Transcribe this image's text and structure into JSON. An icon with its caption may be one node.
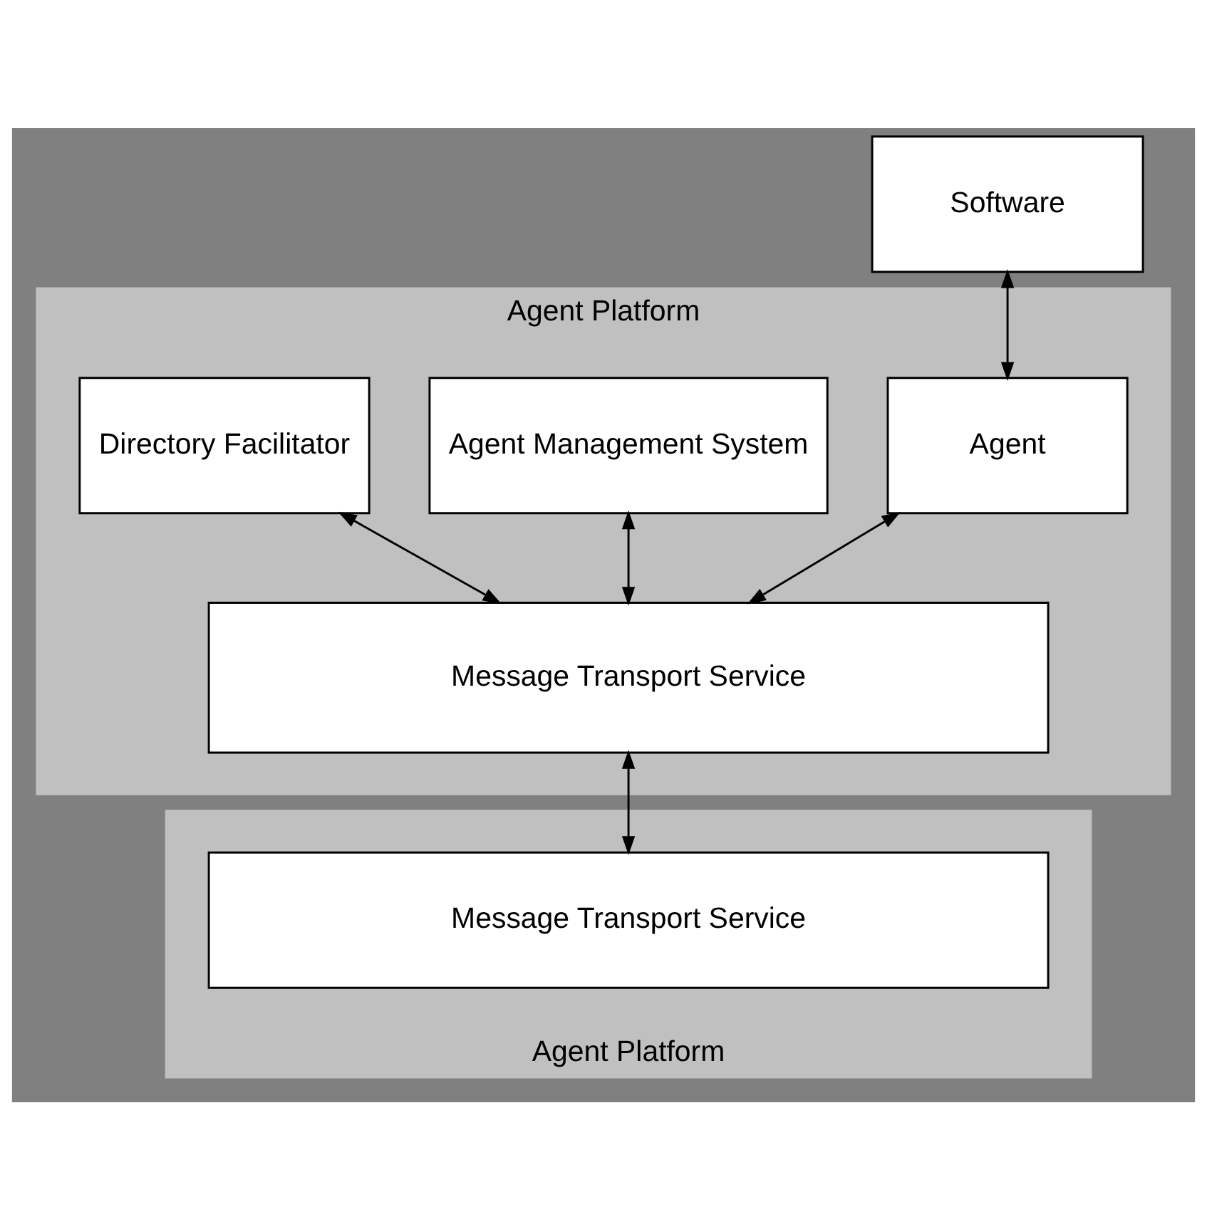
{
  "diagram": {
    "nodes": [
      {
        "text": [
          "Software"
        ]
      },
      {
        "text": [
          "Agent Platform"
        ]
      },
      {
        "text": [
          "Agent"
        ],
        "in": 1
      },
      {
        "text": [
          "Agent Management System"
        ],
        "in": 1
      },
      {
        "text": [
          "Directory Facilitator"
        ],
        "in": 1
      },
      {
        "text": [
          "Message Transport Service"
        ],
        "in": 1
      },
      {
        "text": [
          "Agent Platform"
        ]
      },
      {
        "text": [
          "Message Transport Service"
        ],
        "in": 6
      }
    ],
    "edges": [
      {
        "from": 0,
        "to": 2,
        "arrow": "both"
      },
      {
        "from": 2,
        "to": 5,
        "arrow": "both"
      },
      {
        "from": 3,
        "to": 5,
        "arrow": "both"
      },
      {
        "from": 4,
        "to": 5,
        "arrow": "both"
      },
      {
        "from": 5,
        "to": 7,
        "arrow": "both"
      }
    ]
  }
}
